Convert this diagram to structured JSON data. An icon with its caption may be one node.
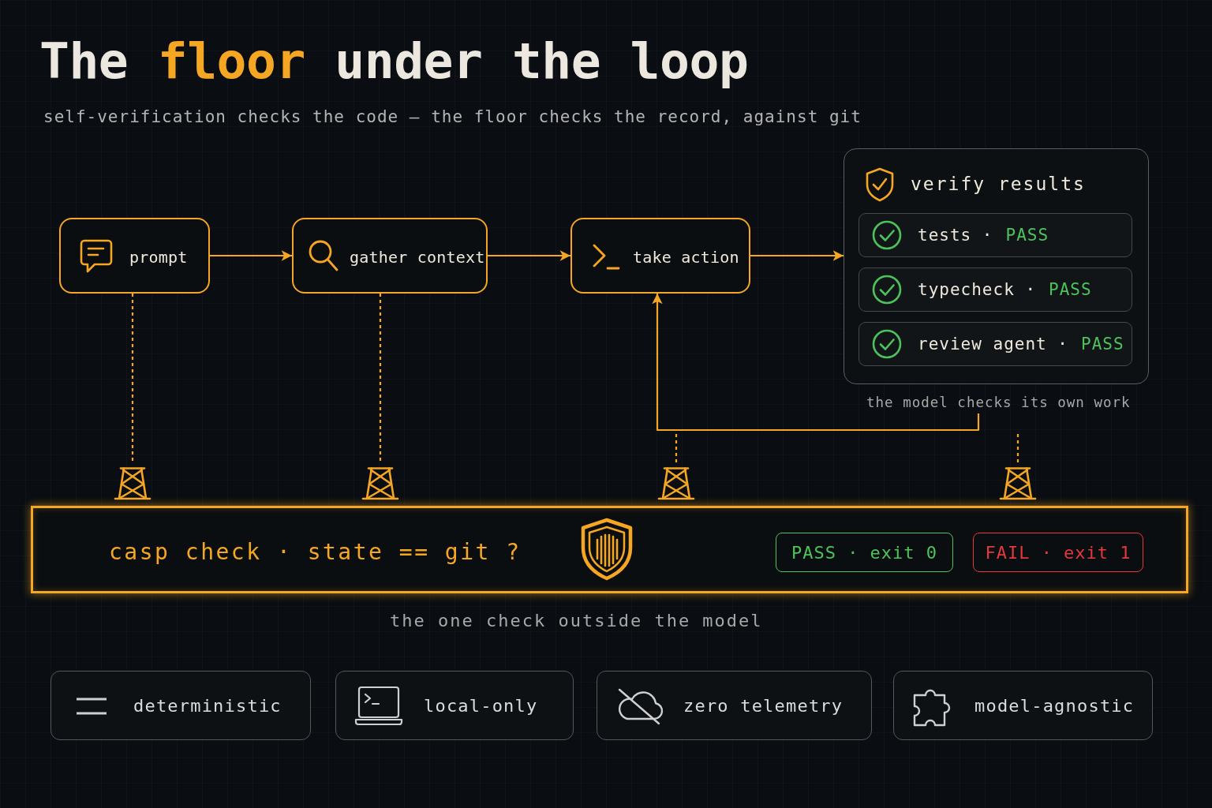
{
  "diagram": {
    "title": "The **floor** under the loop",
    "caption": "self-verification checks the code — the floor checks the record, against git",
    "nodes": [
      {
        "text": [
          "prompt"
        ]
      },
      {
        "text": [
          "gather context"
        ]
      },
      {
        "text": [
          "take action"
        ]
      },
      {
        "text": [
          "verify results"
        ],
        "beside": [
          "the model checks its own work"
        ]
      },
      {
        "text": [
          "tests ·",
          "PASS"
        ],
        "in": 3
      },
      {
        "text": [
          "typecheck ·",
          "PASS"
        ],
        "in": 3
      },
      {
        "text": [
          "review agent ·",
          "PASS"
        ],
        "in": 3
      },
      {
        "text": [],
        "shape": "tower"
      },
      {
        "text": [],
        "shape": "tower"
      },
      {
        "text": [],
        "shape": "tower"
      },
      {
        "text": [],
        "shape": "tower"
      },
      {
        "text": [
          "casp check · state == git ?"
        ],
        "beside": [
          "the one check outside the model"
        ]
      },
      {
        "text": [
          "PASS · exit 0"
        ],
        "in": 11
      },
      {
        "text": [
          "FAIL · exit 1"
        ],
        "in": 11
      },
      {
        "text": [
          "deterministic"
        ]
      },
      {
        "text": [
          "local-only"
        ]
      },
      {
        "text": [
          "zero telemetry"
        ]
      },
      {
        "text": [
          "model-agnostic"
        ]
      }
    ],
    "edges": [
      {
        "from": 0,
        "to": 1,
        "arrow": "to"
      },
      {
        "from": 1,
        "to": 2,
        "arrow": "to"
      },
      {
        "from": 2,
        "to": 3,
        "arrow": "to"
      },
      {
        "from": 3,
        "to": 2,
        "arrow": "to"
      },
      {
        "from": 0,
        "to": 7,
        "arrow": "none",
        "style": "dashed"
      },
      {
        "from": 1,
        "to": 8,
        "arrow": "none",
        "style": "dashed"
      },
      {
        "from": null,
        "to": 9,
        "arrow": "none",
        "style": "dashed"
      },
      {
        "from": null,
        "to": 10,
        "arrow": "none",
        "style": "dashed"
      }
    ]
  }
}
